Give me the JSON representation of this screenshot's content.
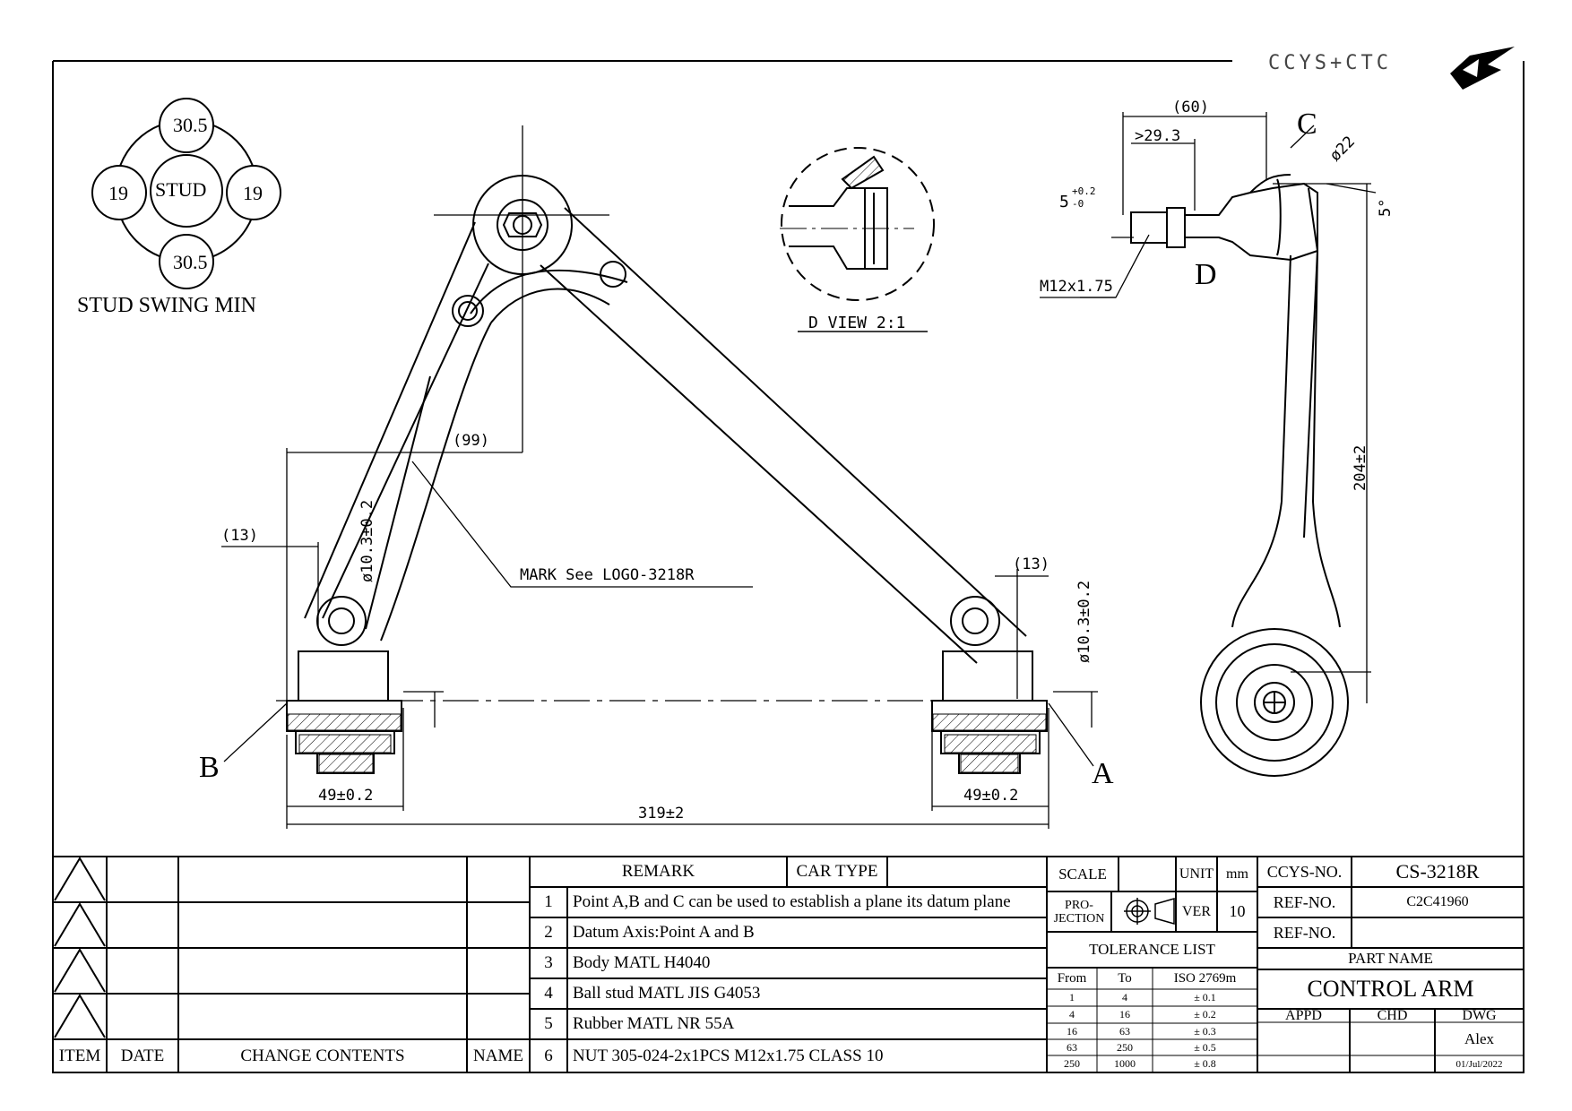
{
  "logo": {
    "text": "CCYS+CTC"
  },
  "stud_swing": {
    "top": "30.5",
    "bottom": "30.5",
    "left": "19",
    "right": "19",
    "center": "STUD",
    "caption": "STUD SWING MIN"
  },
  "main_view": {
    "dim_99": "(99)",
    "dim_13_left": "(13)",
    "dim_13_right": "(13)",
    "dia_left": "ø10.3±0.2",
    "dia_right": "ø10.3±0.2",
    "mark_note": "MARK See LOGO-3218R",
    "width_left": "49±0.2",
    "width_right": "49±0.2",
    "overall": "319±2",
    "point_a": "A",
    "point_b": "B"
  },
  "detail_view": {
    "caption": "D VIEW 2:1"
  },
  "side_view": {
    "dim_60": "(60)",
    "dim_29": ">29.3",
    "dim_5tol": "5",
    "tol_up": "+0.2",
    "tol_dn": "-0",
    "thread": "M12x1.75",
    "point_c": "C",
    "point_d": "D",
    "dia_22": "ø22",
    "angle_5": "5°",
    "height": "204±2"
  },
  "title_block": {
    "revision": {
      "headers": [
        "ITEM",
        "DATE",
        "CHANGE CONTENTS",
        "NAME"
      ]
    },
    "remarks": {
      "header_remark": "REMARK",
      "header_car_type": "CAR TYPE",
      "rows": [
        {
          "no": "1",
          "text": "Point A,B and C can be used to establish a plane its datum plane"
        },
        {
          "no": "2",
          "text": "Datum Axis:Point A and B"
        },
        {
          "no": "3",
          "text": "Body MATL H4040"
        },
        {
          "no": "4",
          "text": "Ball stud MATL JIS G4053"
        },
        {
          "no": "5",
          "text": "Rubber MATL NR 55A"
        },
        {
          "no": "6",
          "text": "NUT 305-024-2x1PCS M12x1.75 CLASS 10"
        }
      ]
    },
    "scale_label": "SCALE",
    "unit_label": "UNIT",
    "unit_value": "mm",
    "projection_label": "PRO-\nJECTION",
    "ver_label": "VER",
    "ver_value": "10",
    "tolerance_title": "TOLERANCE LIST",
    "tolerance_headers": [
      "From",
      "To",
      "ISO 2769m"
    ],
    "tolerance_rows": [
      [
        "1",
        "4",
        "± 0.1"
      ],
      [
        "4",
        "16",
        "± 0.2"
      ],
      [
        "16",
        "63",
        "± 0.3"
      ],
      [
        "63",
        "250",
        "± 0.5"
      ],
      [
        "250",
        "1000",
        "± 0.8"
      ]
    ],
    "ccys_no_label": "CCYS-NO.",
    "ccys_no_value": "CS-3218R",
    "ref_no_label": "REF-NO.",
    "ref_no_value": "C2C41960",
    "ref_no2_label": "REF-NO.",
    "part_name_label": "PART NAME",
    "part_name_value": "CONTROL ARM",
    "appd_label": "APPD",
    "chd_label": "CHD",
    "dwg_label": "DWG",
    "dwg_name": "Alex",
    "date": "01/Jul/2022"
  }
}
